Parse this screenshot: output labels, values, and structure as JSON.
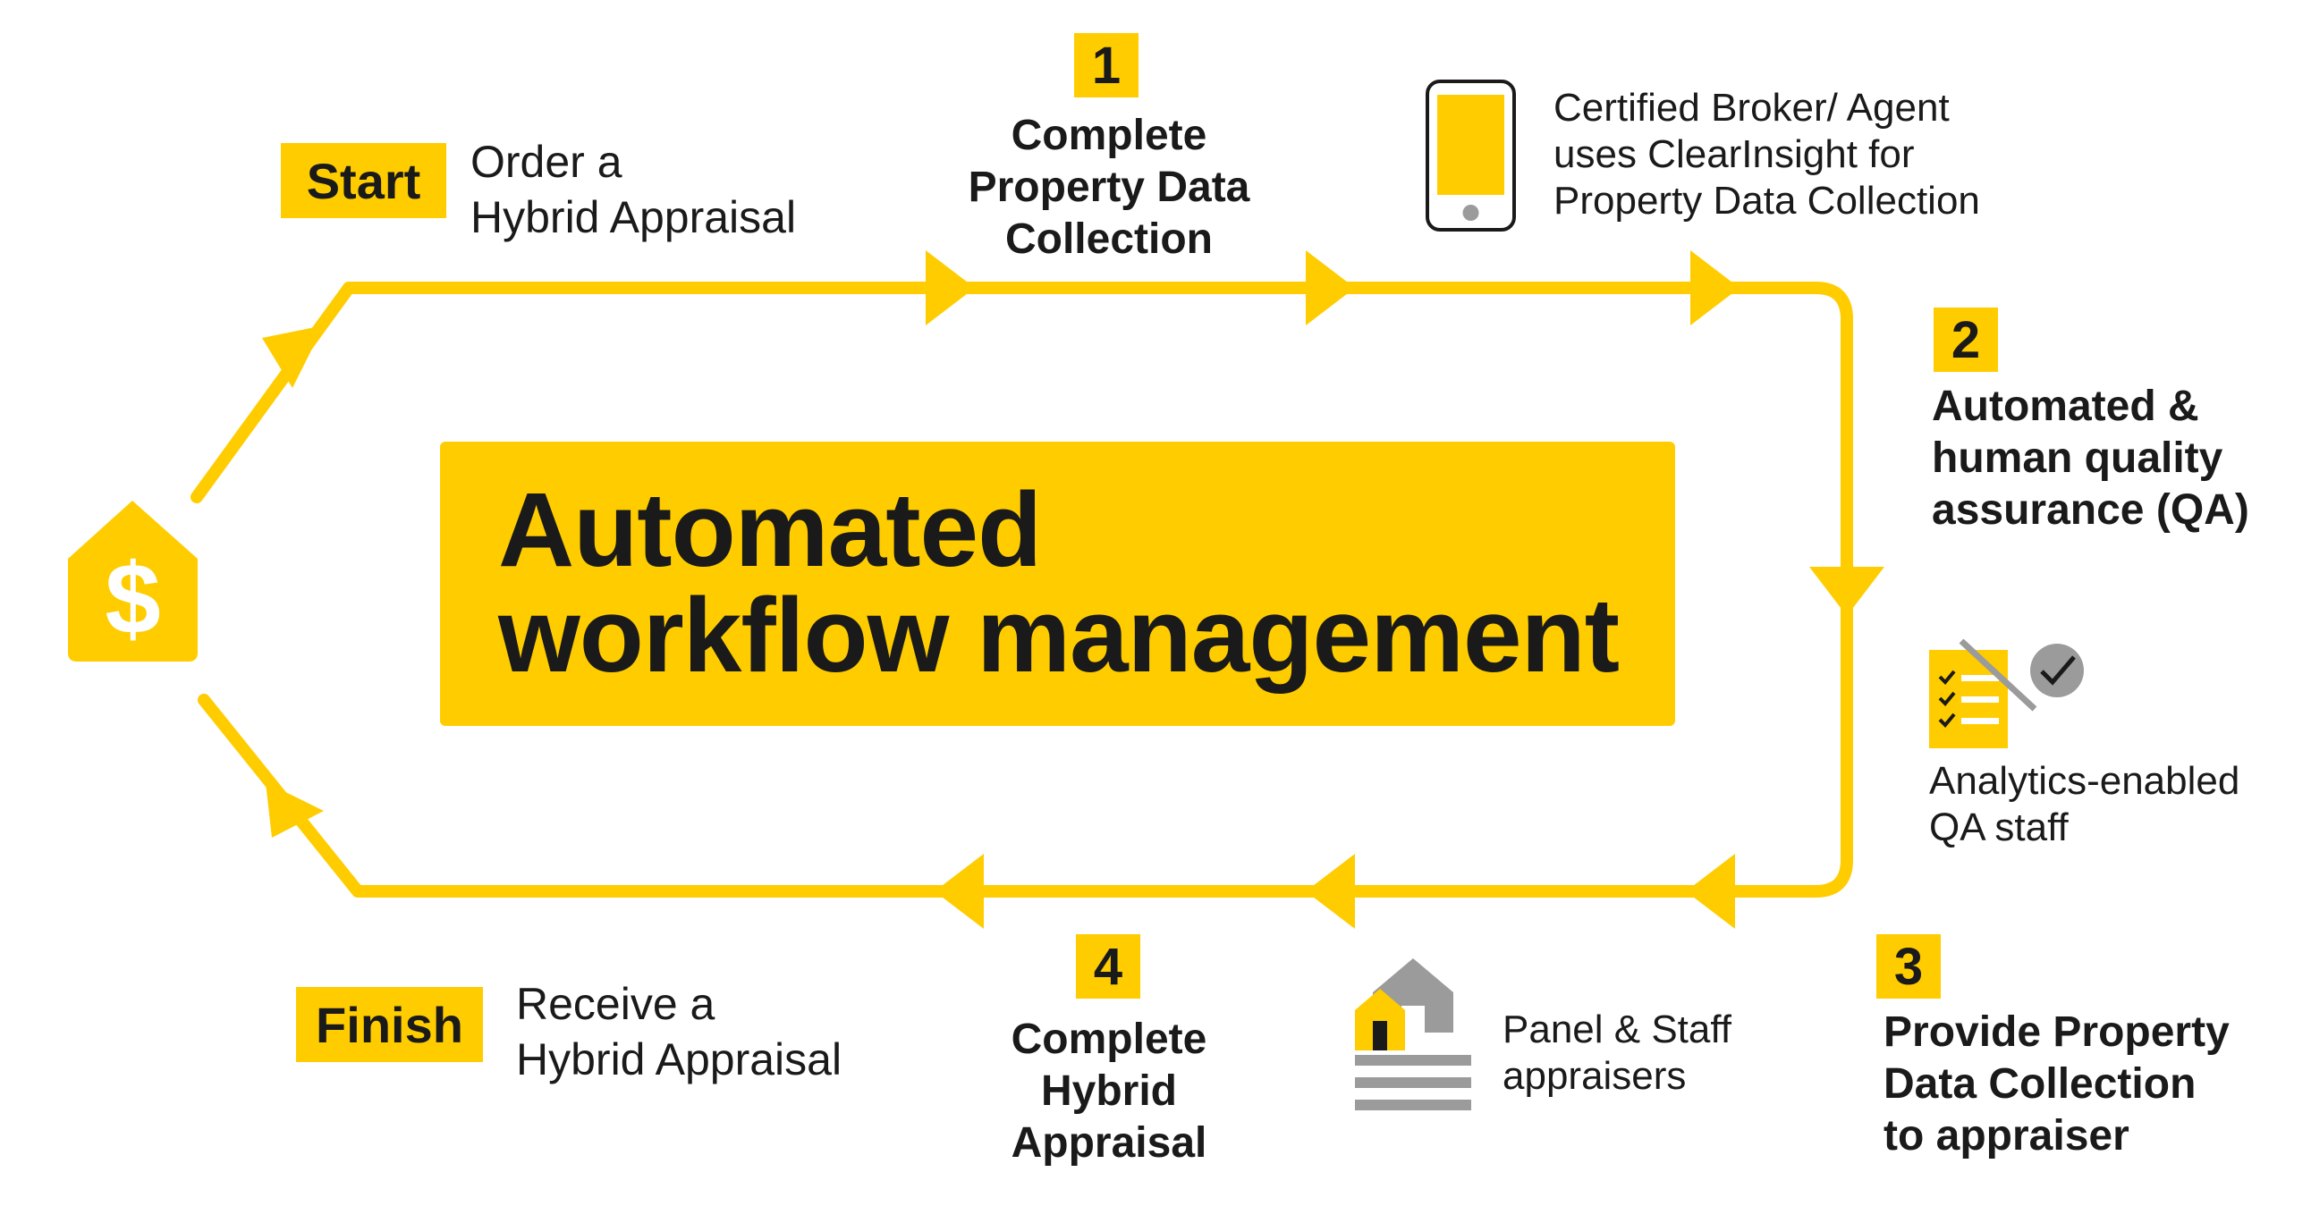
{
  "center": {
    "title": "Automated\nworkflow management"
  },
  "start": {
    "tag": "Start",
    "text": "Order a\nHybrid Appraisal"
  },
  "finish": {
    "tag": "Finish",
    "text": "Receive a\nHybrid Appraisal"
  },
  "steps": [
    {
      "number": "1",
      "title": "Complete\nProperty Data\nCollection"
    },
    {
      "number": "2",
      "title": "Automated &\nhuman quality\nassurance (QA)"
    },
    {
      "number": "3",
      "title": "Provide Property\nData Collection\nto appraiser"
    },
    {
      "number": "4",
      "title": "Complete\nHybrid\nAppraisal"
    }
  ],
  "notes": {
    "broker": "Certified Broker/ Agent\nuses ClearInsight for\nProperty Data Collection",
    "qa_staff": "Analytics-enabled\nQA staff",
    "appraisers": "Panel & Staff\nappraisers"
  },
  "icons": {
    "house_dollar": "house-dollar-icon",
    "house_symbol": "$",
    "phone": "smartphone-icon",
    "checklist": "checklist-icon",
    "appraiser": "house-appraiser-icon"
  },
  "colors": {
    "accent": "#FFCC00",
    "text": "#1a1a1a",
    "gray": "#9b9b9b"
  }
}
